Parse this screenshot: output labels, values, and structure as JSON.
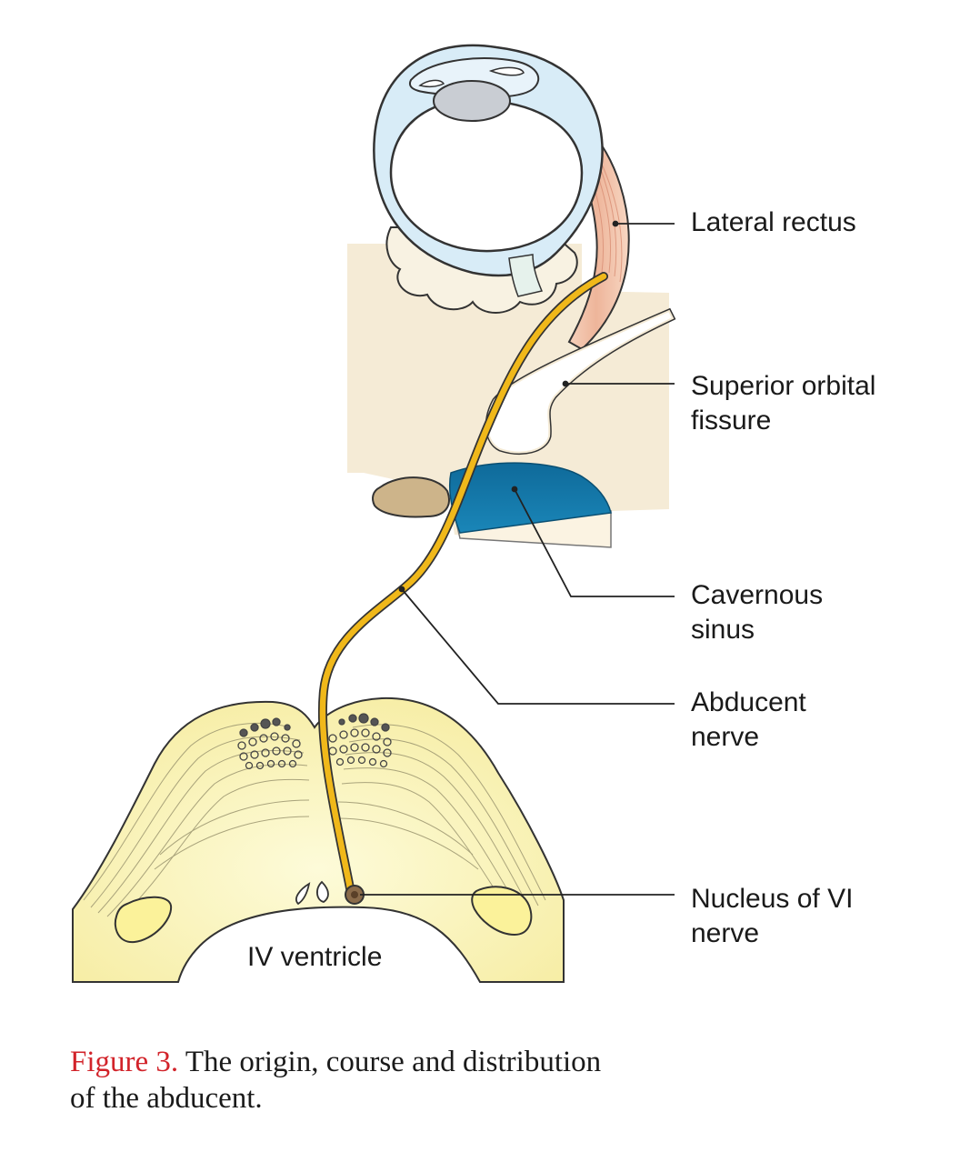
{
  "labels": {
    "lateral_rectus": "Lateral rectus",
    "superior_orbital_fissure_1": "Superior orbital",
    "superior_orbital_fissure_2": "fissure",
    "cavernous_sinus_1": "Cavernous",
    "cavernous_sinus_2": "sinus",
    "abducent_nerve_1": "Abducent",
    "abducent_nerve_2": "nerve",
    "nucleus_1": "Nucleus of VI",
    "nucleus_2": "nerve",
    "iv_ventricle": "IV ventricle"
  },
  "caption": {
    "figure_number": "Figure 3.",
    "text_line1": " The origin, course and distribution",
    "text_line2": "of the abducent."
  },
  "colors": {
    "eyeball_ring": "#d8ecf7",
    "muscle": "#f0c4a8",
    "bone": "#f5ebd6",
    "sinus": "#136e9e",
    "nerve": "#f0b81a",
    "brainstem": "#fbf6c0",
    "caption_figure_number": "#d2232a"
  }
}
